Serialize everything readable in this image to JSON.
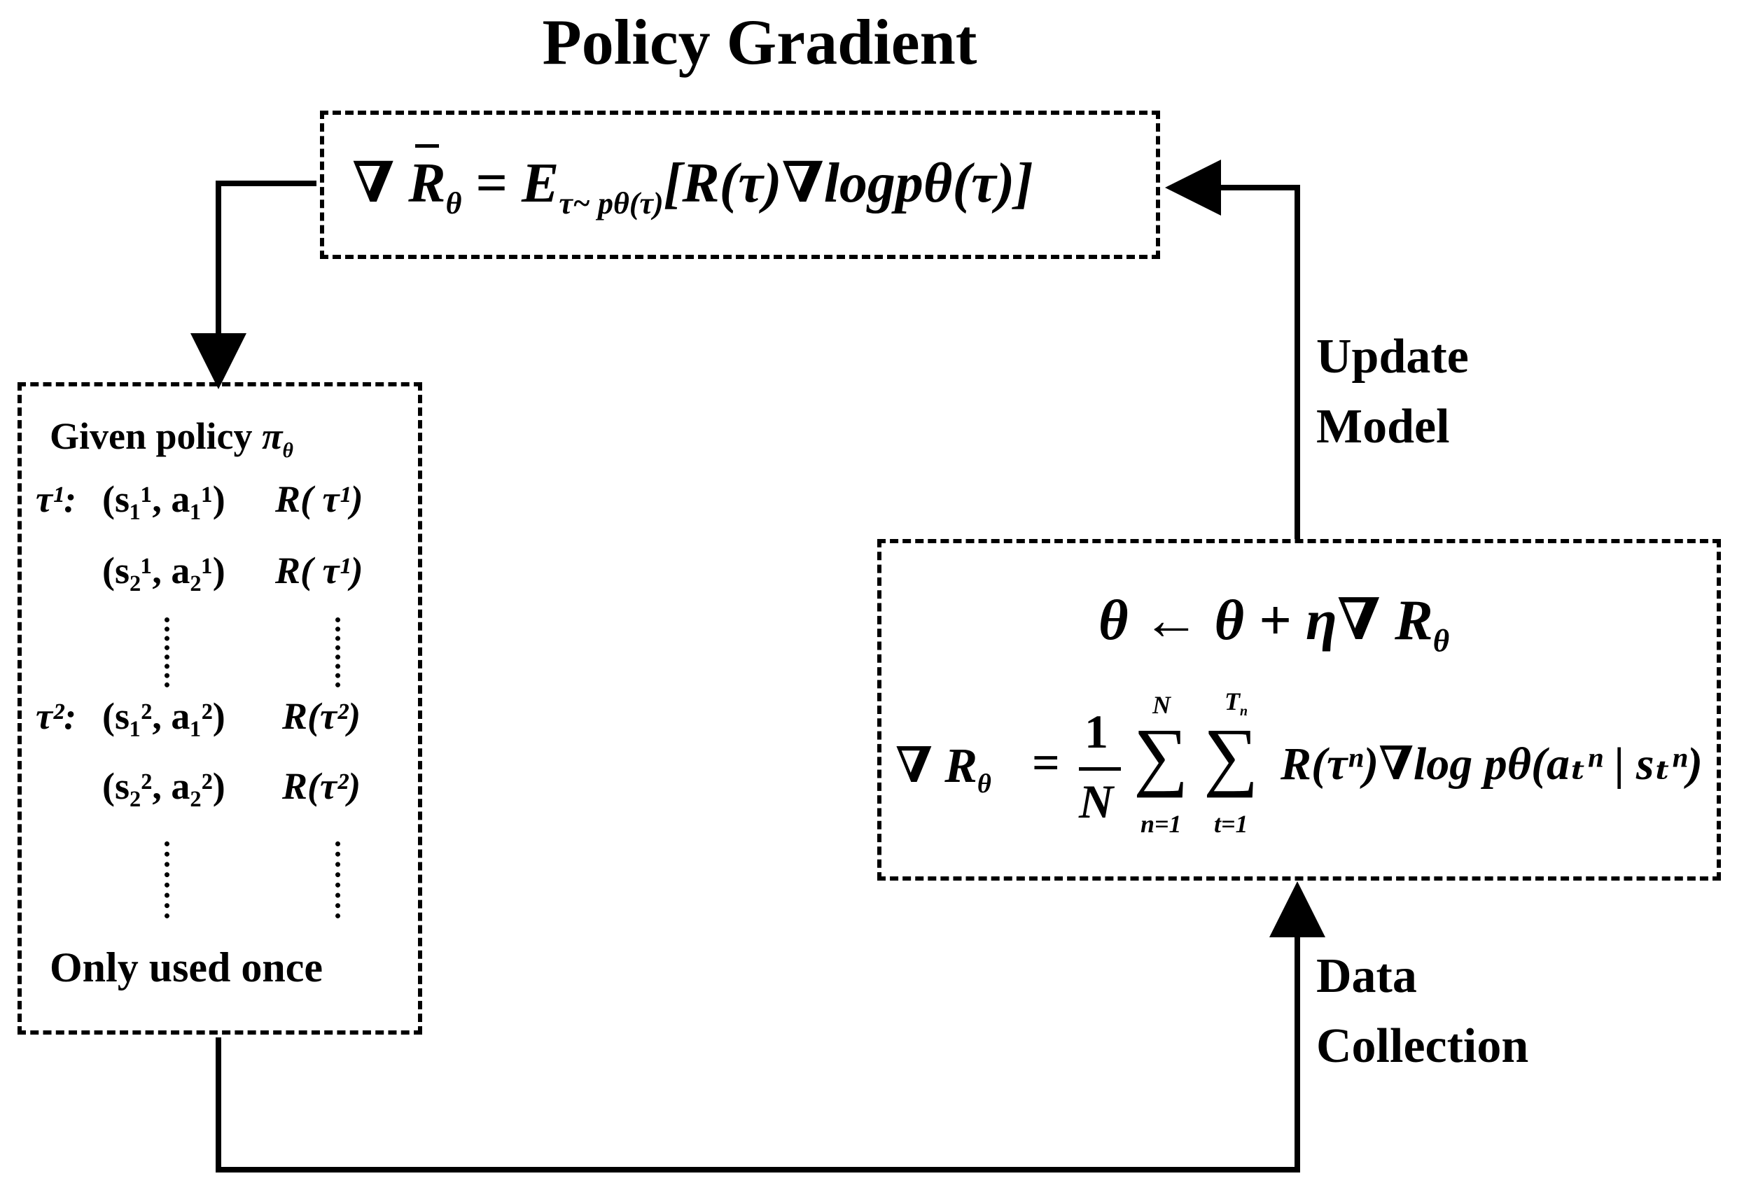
{
  "title": "Policy Gradient",
  "top_formula": {
    "lhs_nabla": "∇",
    "lhs_R": "R",
    "lhs_sub": "θ",
    "eq": "=",
    "E": "E",
    "E_sub": "τ~ pθ(τ)",
    "body": "[R(τ)∇logpθ(τ)]"
  },
  "left_box": {
    "given": "Given policy",
    "given_pi": "π",
    "given_pi_sub": "θ",
    "rows": [
      {
        "tau": "τ¹:",
        "pair": "(s₁¹, a₁¹)",
        "reward": "R( τ¹)"
      },
      {
        "tau": "",
        "pair": "(s₂¹, a₂¹)",
        "reward": "R( τ¹)"
      },
      {
        "tau": "τ²:",
        "pair": "(s₁², a₁²)",
        "reward": "R(τ²)"
      },
      {
        "tau": "",
        "pair": "(s₂², a₂²)",
        "reward": "R(τ²)"
      }
    ],
    "footer": "Only used once"
  },
  "right_box": {
    "update_rule": "θ ← θ + η∇ R",
    "update_sub": "θ",
    "estimate_lhs": "∇ R",
    "estimate_lhs_sub": "θ",
    "eq": "=",
    "frac_num": "1",
    "frac_den": "N",
    "sum1_top": "N",
    "sum1_bottom": "n=1",
    "sum2_top": "T",
    "sum2_top_sub": "n",
    "sum2_bottom": "t=1",
    "sigma": "∑",
    "term": "R(τⁿ)∇log pθ(aₜⁿ | sₜⁿ)"
  },
  "labels": {
    "update_line1": "Update",
    "update_line2": "Model",
    "data_line1": "Data",
    "data_line2": "Collection"
  }
}
